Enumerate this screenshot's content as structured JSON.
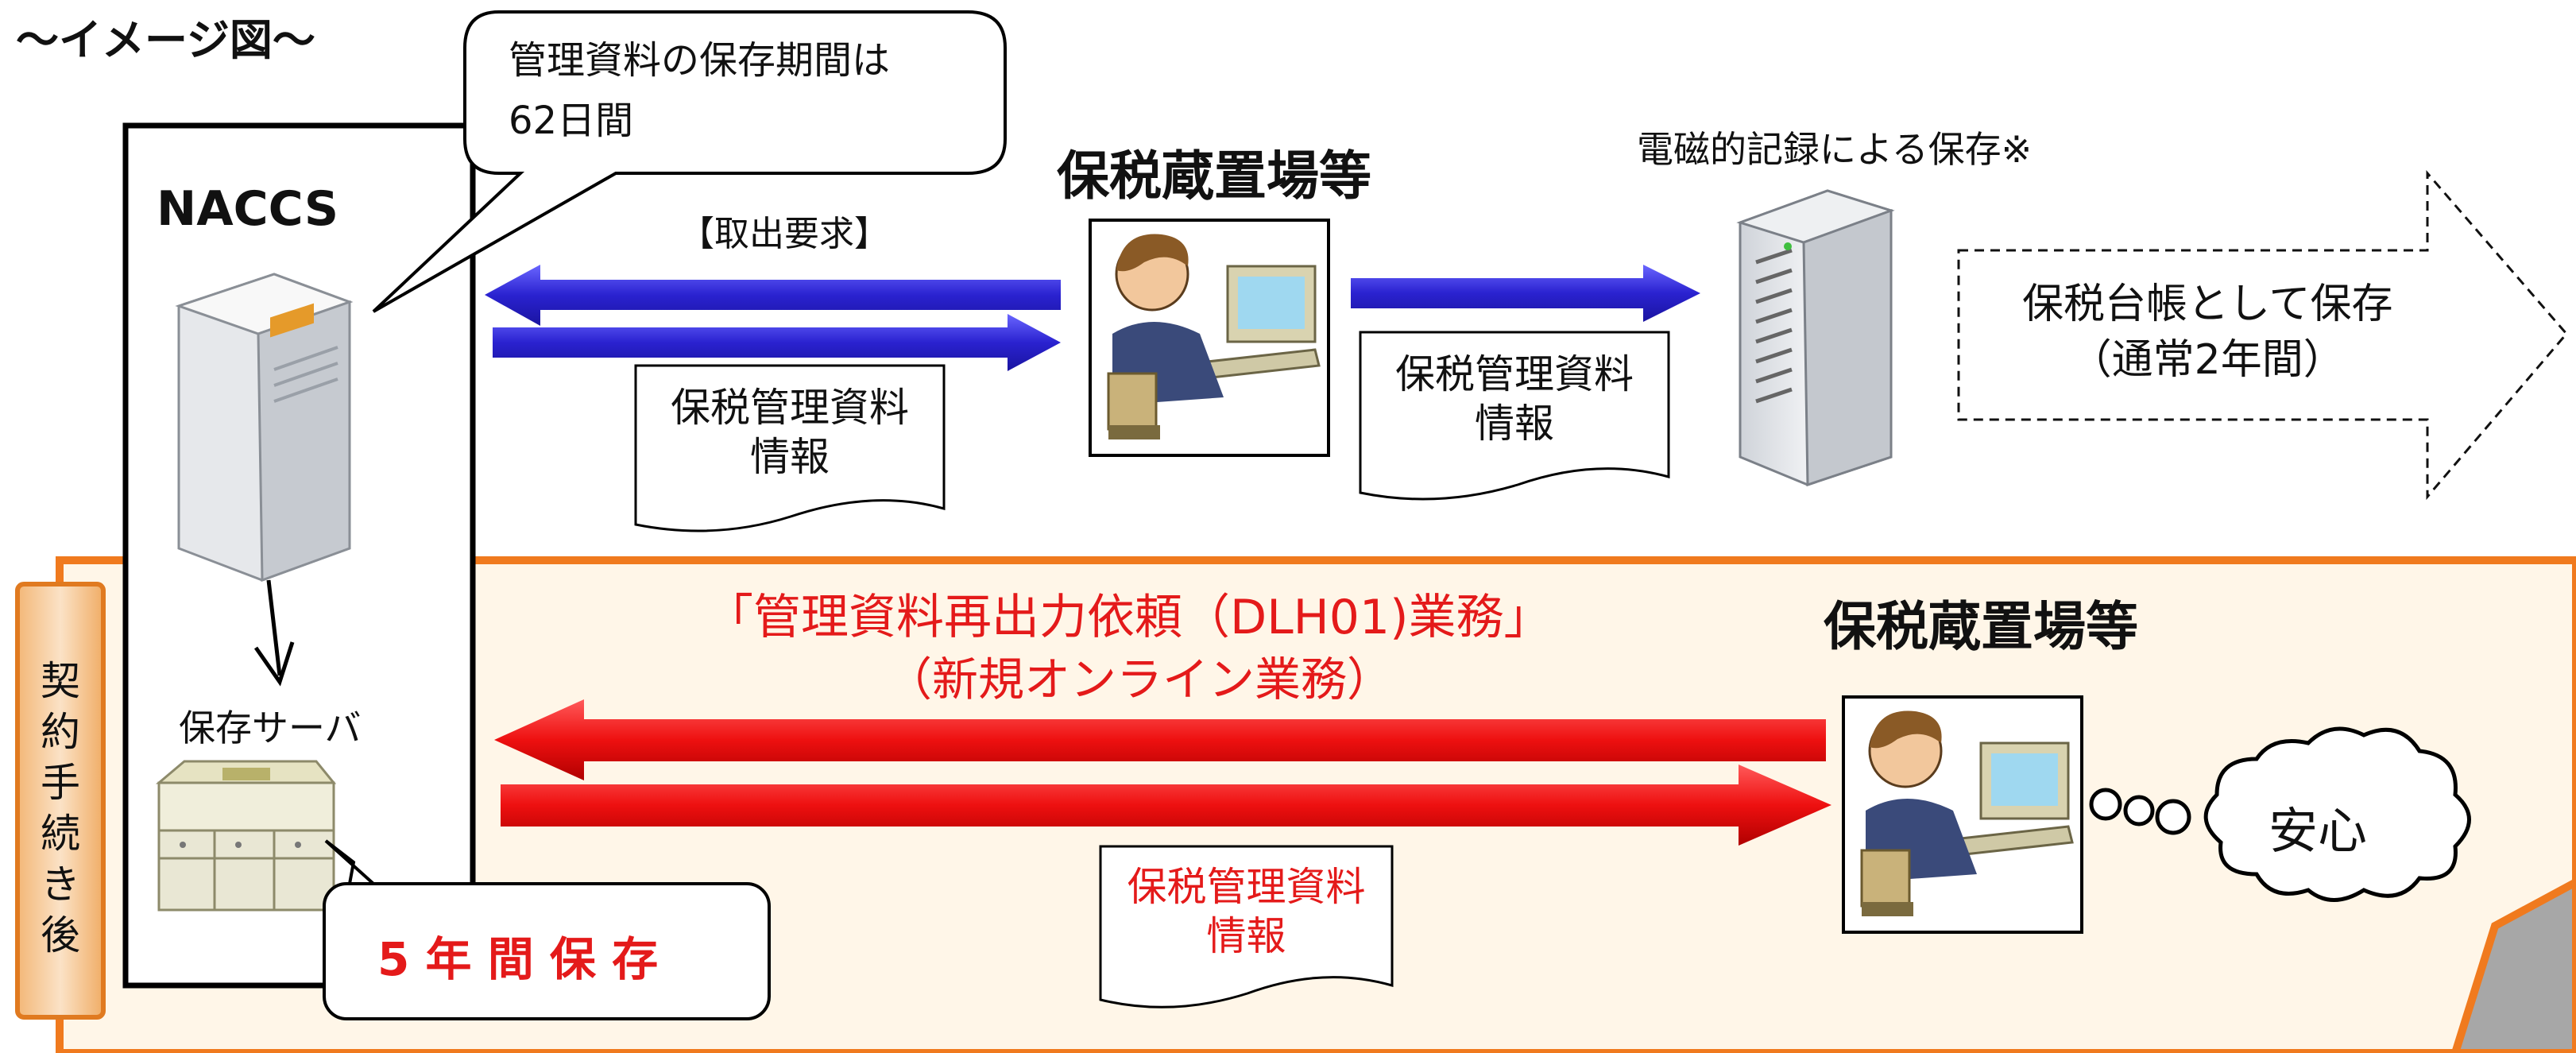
{
  "title": "～イメージ図～",
  "naccs": {
    "label": "NACCS",
    "callout": "管理資料の保存期間は\n62日間",
    "storage_server_label": "保存サーバ",
    "retention_badge": "5 年 間 保 存"
  },
  "top_flow": {
    "warehouse_label": "保税蔵置場等",
    "request_label": "【取出要求】",
    "doc_left": "保税管理資料\n情報",
    "doc_right": "保税管理資料\n情報",
    "electronic_label": "電磁的記録による保存※",
    "ledger_arrow": "保税台帳として保存\n（通常2年間）"
  },
  "bottom_flow": {
    "contract_tab": "契約手続き後",
    "service_name": "「管理資料再出力依頼（DLH01)業務」",
    "service_sub": "（新規オンライン業務）",
    "warehouse_label": "保税蔵置場等",
    "doc": "保税管理資料\n情報",
    "relief": "安心"
  },
  "colors": {
    "blue_arrow": "#3b35d9",
    "red_arrow": "#ee1b1b",
    "red_text": "#e41a1a",
    "band_fill": "#fff6e8",
    "band_border": "#f07a1e",
    "tab_fill": "#f6c99a"
  }
}
